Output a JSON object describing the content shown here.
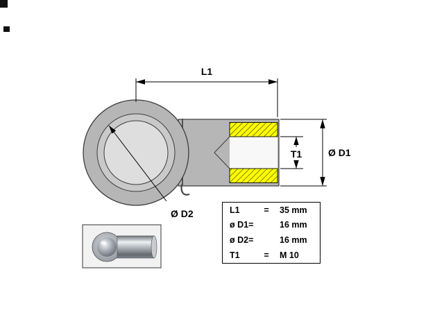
{
  "drawing": {
    "l1_label": "L1",
    "d1_label": "Ø D1",
    "d2_label": "Ø D2",
    "t1_label": "T1"
  },
  "specs": {
    "rows": [
      {
        "name": "L1",
        "eq": "=",
        "value": "35 mm"
      },
      {
        "name": "ø D1=",
        "eq": "",
        "value": "16 mm"
      },
      {
        "name": "ø D2=",
        "eq": "",
        "value": "16 mm"
      },
      {
        "name": "T1",
        "eq": "=",
        "value": "M 10"
      }
    ]
  },
  "colors": {
    "part_gray": "#b6b6b6",
    "ring_mid_gray": "#c9c9c9",
    "ring_inner_gray": "#dedede",
    "bore_white": "#f8f8f8",
    "thread_yellow": "#ffff00",
    "outline_dark": "#3c3c3c",
    "dimension_black": "#000000"
  }
}
